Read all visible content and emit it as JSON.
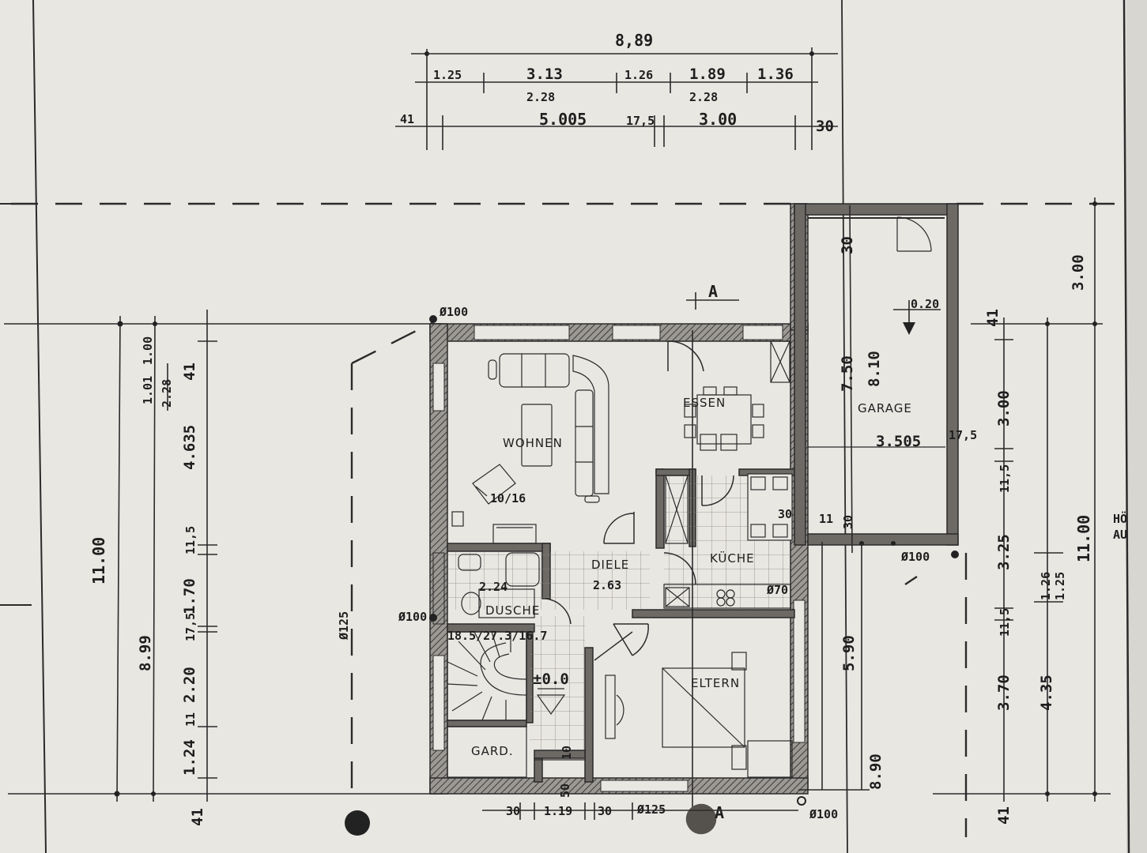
{
  "rooms": {
    "wohnen": "WOHNEN",
    "essen": "ESSEN",
    "garage": "GARAGE",
    "diele": "DIELE",
    "kueche": "KÜCHE",
    "dusche": "DUSCHE",
    "eltern": "ELTERN",
    "gard": "GARD."
  },
  "section_marker": "A",
  "top_dimensions": {
    "overall": "8,89",
    "row1": [
      "1.25",
      "3.13",
      "1.26",
      "1.89",
      "1.36"
    ],
    "row1_sub": [
      "2.28",
      "2.28"
    ],
    "row2": [
      "41",
      "5.005",
      "17,5",
      "3.00",
      "30"
    ]
  },
  "left_dimensions": {
    "overall": "11.00",
    "sub": "8.99",
    "stack": [
      "1.01",
      "1.00",
      "2.28",
      "4.635",
      "41",
      "1.70",
      "11,5",
      "2.20",
      "17,5",
      "1.24",
      "11",
      "41"
    ]
  },
  "right_dimensions": {
    "overall": "11.00",
    "stack": [
      "3.00",
      "3.00",
      "41",
      "3.25",
      "11,5",
      "3.70",
      "11,5",
      "4.35",
      "1.26",
      "1.25",
      "41"
    ]
  },
  "garage_dimensions": {
    "length": "8.10",
    "width": "3.505",
    "depth": "7.50",
    "step": "0.20",
    "wall": "30",
    "side": "17,5"
  },
  "annotations": {
    "downpipe": "Ø100",
    "dia125_left": "Ø125",
    "dia125_bottom": "Ø125",
    "stairs": "18.5/27.3/16.7",
    "level": "±0.0",
    "dim_10_16": "10/16",
    "dim_2_24": "2.24",
    "dim_2_63": "2.63",
    "dim_5_90": "5.90",
    "dim_8_90": "8.90",
    "dim_30": "30",
    "dim_11": "11",
    "dim_70": "Ø70",
    "bottom_30a": "30",
    "bottom_119": "1.19",
    "bottom_30b": "30",
    "bottom_50": "50",
    "bottom_10": "10",
    "edge_text": "HÖ\nAU"
  }
}
